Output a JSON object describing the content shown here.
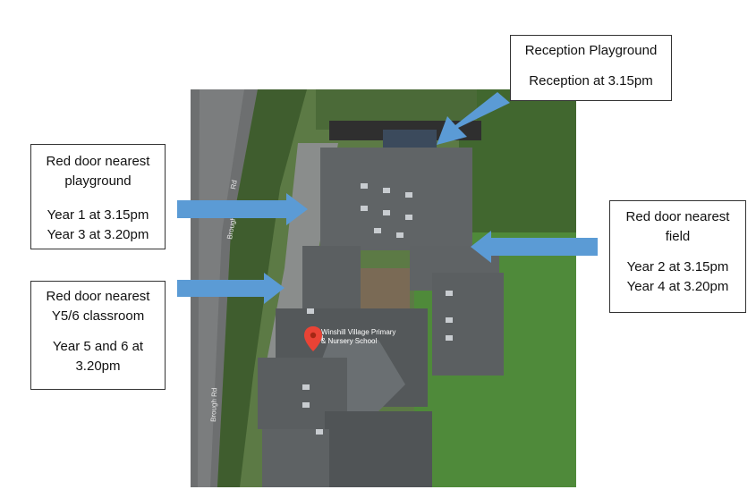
{
  "map": {
    "pin_label_line1": "Winshill Village Primary",
    "pin_label_line2": "& Nursery School",
    "road_label_upper": "Brough Rd",
    "road_label_lower": "Brough Rd",
    "road_label_left_fragment": "Rd",
    "colors": {
      "arrow": "#5b9bd5",
      "pin": "#ea4335",
      "grass": "#4f7a3a",
      "roof": "#55585a"
    }
  },
  "callouts": {
    "reception": {
      "title": "Reception Playground",
      "detail": "Reception at 3.15pm"
    },
    "playground": {
      "title_line1": "Red door nearest",
      "title_line2": "playground",
      "detail_line1": "Year 1 at 3.15pm",
      "detail_line2": "Year 3 at 3.20pm"
    },
    "y56": {
      "title_line1": "Red door nearest",
      "title_line2": "Y5/6 classroom",
      "detail_line1": "Year 5 and 6 at",
      "detail_line2": "3.20pm"
    },
    "field": {
      "title_line1": "Red door nearest",
      "title_line2": "field",
      "detail_line1": "Year 2 at 3.15pm",
      "detail_line2": "Year 4 at 3.20pm"
    }
  }
}
